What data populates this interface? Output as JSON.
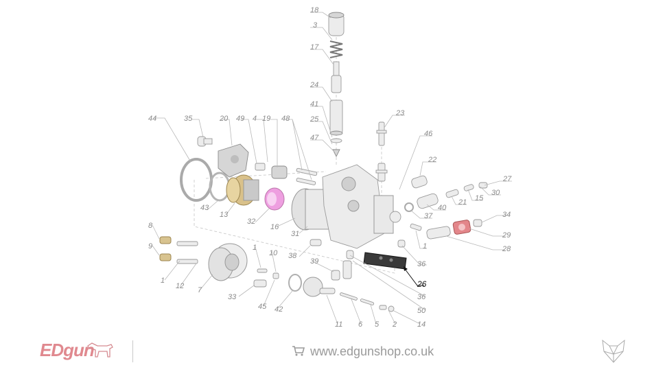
{
  "diagram": {
    "callouts": [
      "18",
      "3",
      "17",
      "24",
      "41",
      "25",
      "47",
      "23",
      "46",
      "22",
      "27",
      "30",
      "15",
      "21",
      "40",
      "37",
      "34",
      "29",
      "28",
      "1",
      "36",
      "44",
      "35",
      "20",
      "49",
      "4",
      "19",
      "48",
      "43",
      "13",
      "32",
      "16",
      "31",
      "8",
      "9",
      "1",
      "12",
      "7",
      "33",
      "1",
      "10",
      "38",
      "45",
      "42",
      "39",
      "11",
      "6",
      "5",
      "2",
      "14",
      "50",
      "36",
      "26"
    ],
    "highlighted": "26",
    "highlight_color": "#000000"
  },
  "footer": {
    "brand_part1": "ED",
    "brand_part2": "gun",
    "website": "www.edgunshop.co.uk",
    "icons": [
      "dog-logo-icon",
      "shopping-cart-icon",
      "fox-logo-icon"
    ],
    "brand_color": "#e0898f"
  }
}
